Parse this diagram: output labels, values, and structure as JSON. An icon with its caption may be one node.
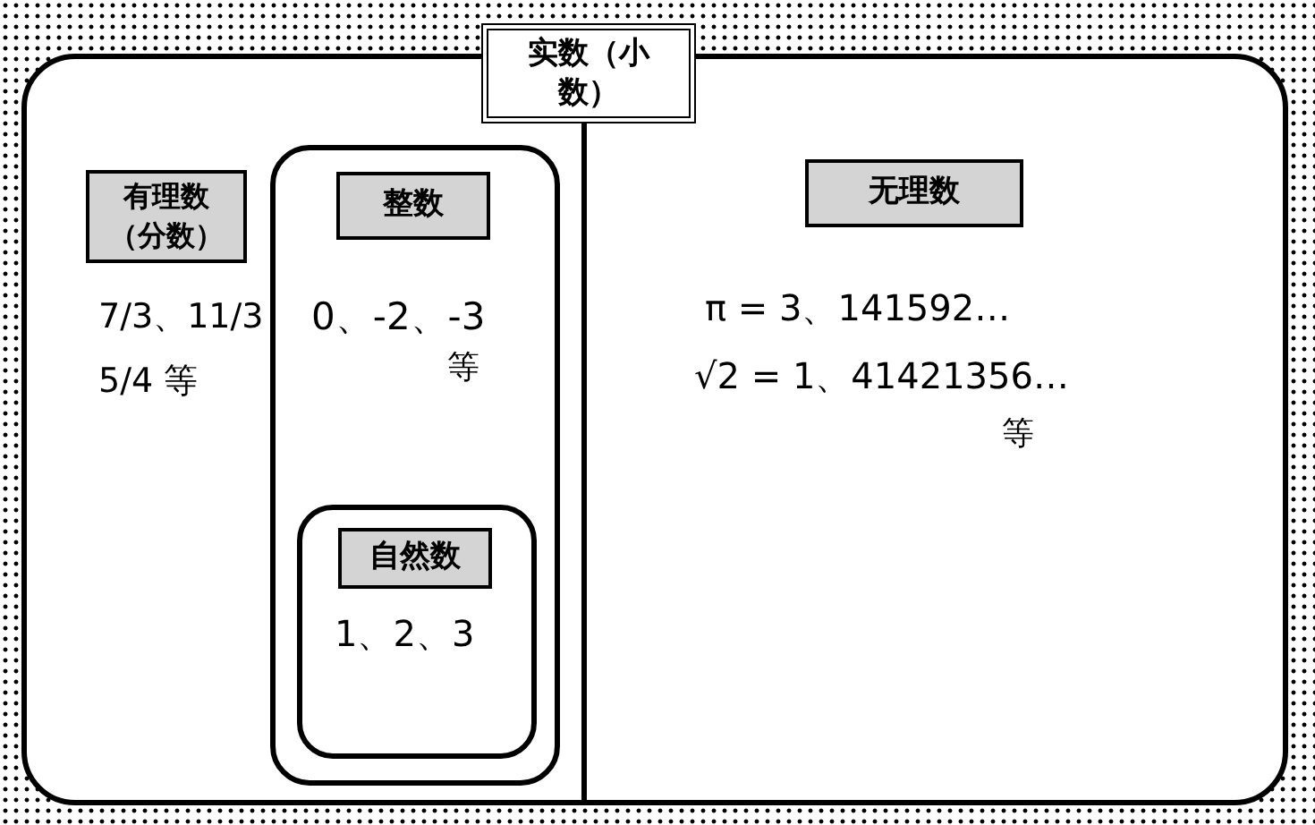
{
  "diagram": {
    "nodes": [
      {
        "text": [
          "实数（小数）"
        ]
      },
      {
        "text": [
          "有理数（分数）",
          "7/3、11/3",
          "5/4 等"
        ],
        "in": 0
      },
      {
        "text": [
          "整数",
          "0、-2、-3",
          "等"
        ],
        "in": 1
      },
      {
        "text": [
          "自然数",
          "1、2、3"
        ],
        "in": 2
      },
      {
        "text": [
          "无理数",
          "π = 3、141592…",
          "√2 = 1、41421356…",
          "等"
        ],
        "in": 0
      }
    ]
  }
}
